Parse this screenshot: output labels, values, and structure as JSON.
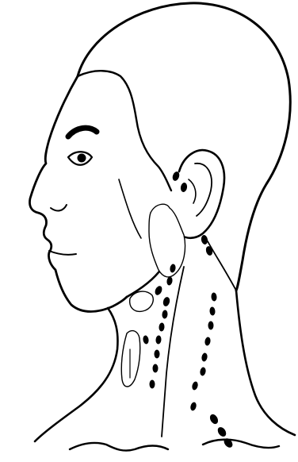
{
  "figure": {
    "subject": "head-and-neck-profile-line-drawing",
    "view": "left-lateral",
    "colors": {
      "ink": "#000000",
      "background": "#ffffff",
      "gland_fill": "#ffffff"
    },
    "node_chains": [
      {
        "id": "preauricular",
        "count": 2
      },
      {
        "id": "posterior-auricular",
        "count": 2
      },
      {
        "id": "submandibular",
        "count": 2
      },
      {
        "id": "anterior-cervical",
        "count": 9
      },
      {
        "id": "posterior-cervical",
        "count": 8
      },
      {
        "id": "supraclavicular",
        "count": 3
      }
    ]
  }
}
